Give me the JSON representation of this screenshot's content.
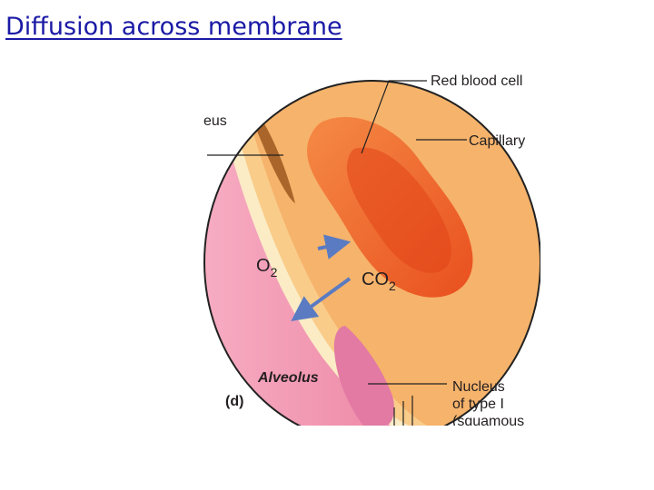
{
  "slide": {
    "title": "Diffusion across membrane"
  },
  "figure": {
    "labels": {
      "red_blood_cell": "Red blood cell",
      "capillary": "Capillary",
      "nucleus_line1": "Nucleus",
      "nucleus_line2": "of type I",
      "nucleus_line3": "(squamous",
      "alveolus": "Alveolus",
      "panel": "(d)",
      "cropped_top_left": "eus"
    },
    "gases": {
      "o2": "O",
      "o2_sub": "2",
      "co2": "CO",
      "co2_sub": "2"
    },
    "colors": {
      "capillary": "#f6b36b",
      "red_blood_cell": "#f06a2a",
      "alveolus": "#f39bb5",
      "membrane": "#fbecc6",
      "arrow": "#5a7bc2"
    }
  }
}
